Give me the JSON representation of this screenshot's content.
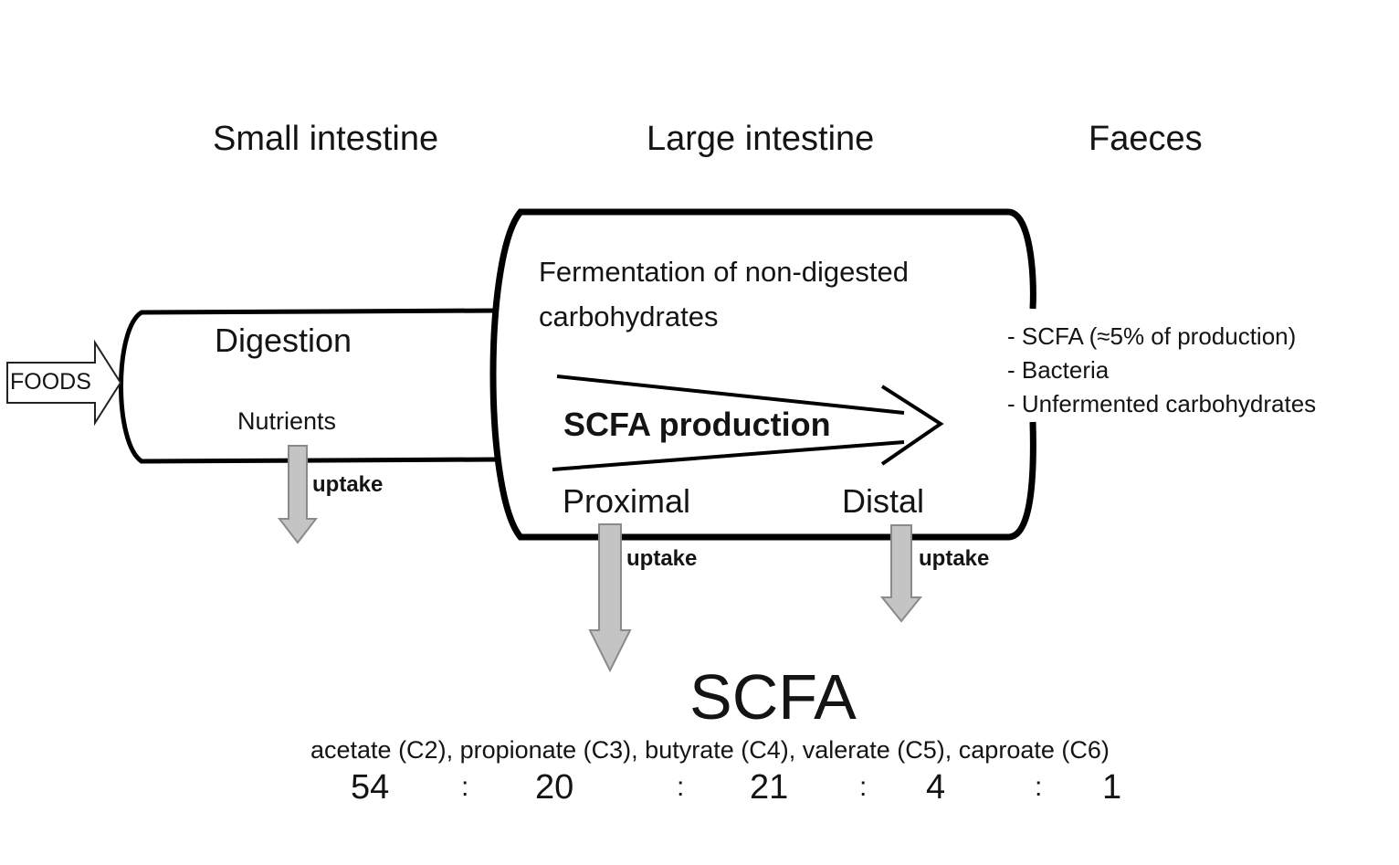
{
  "sections": {
    "small_intestine": "Small intestine",
    "large_intestine": "Large intestine",
    "faeces": "Faeces"
  },
  "small_intestine": {
    "input_label": "FOODS",
    "process": "Digestion",
    "nutrients": "Nutrients",
    "uptake": "uptake"
  },
  "large_intestine": {
    "process_line1": "Fermentation of non-digested",
    "process_line2": "carbohydrates",
    "production": "SCFA production",
    "proximal": "Proximal",
    "distal": "Distal",
    "uptake_proximal": "uptake",
    "uptake_distal": "uptake"
  },
  "faeces_contents": [
    "- SCFA (≈5% of production)",
    "- Bacteria",
    "- Unfermented carbohydrates"
  ],
  "scfa": {
    "title": "SCFA",
    "types": "acetate (C2), propionate (C3), butyrate (C4), valerate (C5), caproate (C6)",
    "ratio": [
      "54",
      "20",
      "21",
      "4",
      "1"
    ],
    "separator": ":"
  },
  "colors": {
    "outline": "#000000",
    "uptake_arrow_fill": "#c4c4c4",
    "uptake_arrow_stroke": "#8a8a8a",
    "text": "#141414"
  }
}
